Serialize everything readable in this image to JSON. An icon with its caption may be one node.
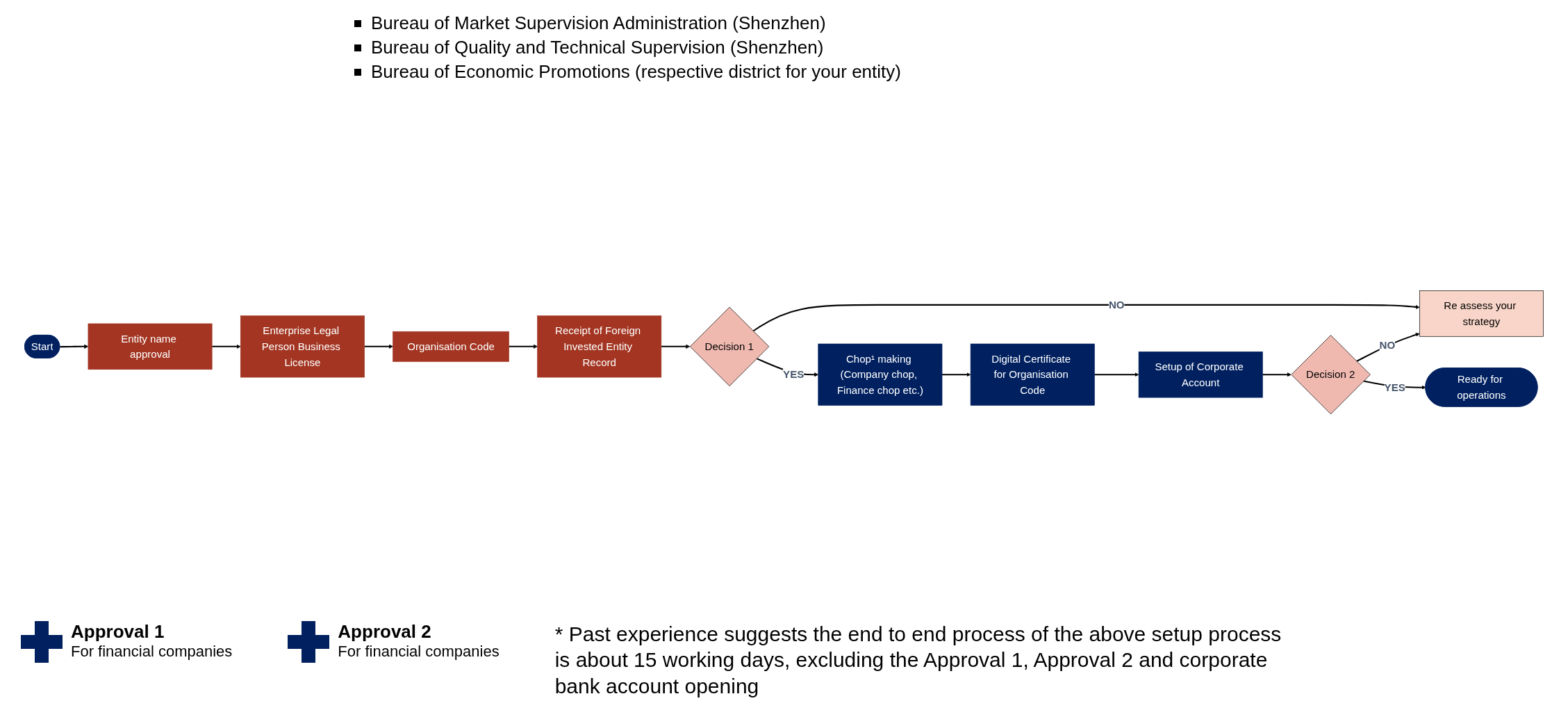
{
  "diagram": {
    "nodes": [
      {
        "text": [
          "Start"
        ]
      },
      {
        "text": [
          "Entity name approval"
        ]
      },
      {
        "text": [
          "Enterprise Legal Person Business License"
        ]
      },
      {
        "text": [
          "Organisation Code"
        ]
      },
      {
        "text": [
          "Receipt of Foreign Invested Entity Record"
        ]
      },
      {
        "text": [
          "Decision 1"
        ]
      },
      {
        "text": [
          "Re assess your strategy"
        ]
      },
      {
        "text": [
          "Chop¹ making (Company chop, Finance chop etc.)"
        ]
      },
      {
        "text": [
          "Digital Certificate for Organisation Code"
        ]
      },
      {
        "text": [
          "Setup of Corporate Account"
        ]
      },
      {
        "text": [
          "Decision 2"
        ]
      },
      {
        "text": [
          "Ready for operations"
        ]
      }
    ],
    "edges": [
      {
        "from": 0,
        "to": 1,
        "arrow": "to"
      },
      {
        "from": 1,
        "to": 2,
        "arrow": "to"
      },
      {
        "from": 2,
        "to": 3,
        "arrow": "to"
      },
      {
        "from": 3,
        "to": 4,
        "arrow": "to"
      },
      {
        "from": 4,
        "to": 5,
        "arrow": "to"
      },
      {
        "from": 5,
        "to": 6,
        "arrow": "to",
        "label": "NO"
      },
      {
        "from": 5,
        "to": 7,
        "arrow": "to",
        "label": "YES"
      },
      {
        "from": 7,
        "to": 8,
        "arrow": "to"
      },
      {
        "from": 8,
        "to": 9,
        "arrow": "to"
      },
      {
        "from": 9,
        "to": 10,
        "arrow": "to"
      },
      {
        "from": 10,
        "to": 6,
        "arrow": "to",
        "label": "NO"
      },
      {
        "from": 10,
        "to": 11,
        "arrow": "to",
        "label": "YES"
      }
    ],
    "labels": [
      "Bureau of Market Supervision Administration (Shenzhen)",
      "Bureau of Quality and Technical Supervision (Shenzhen)",
      "Bureau of Economic Promotions (respective district for your entity)",
      "Approval 1",
      "For financial companies",
      "Approval 2",
      "For financial companies",
      "* Past experience suggests the end to end process of the above setup process is about 15 working days, excluding the Approval 1, Approval 2 and corporate bank account opening"
    ]
  }
}
